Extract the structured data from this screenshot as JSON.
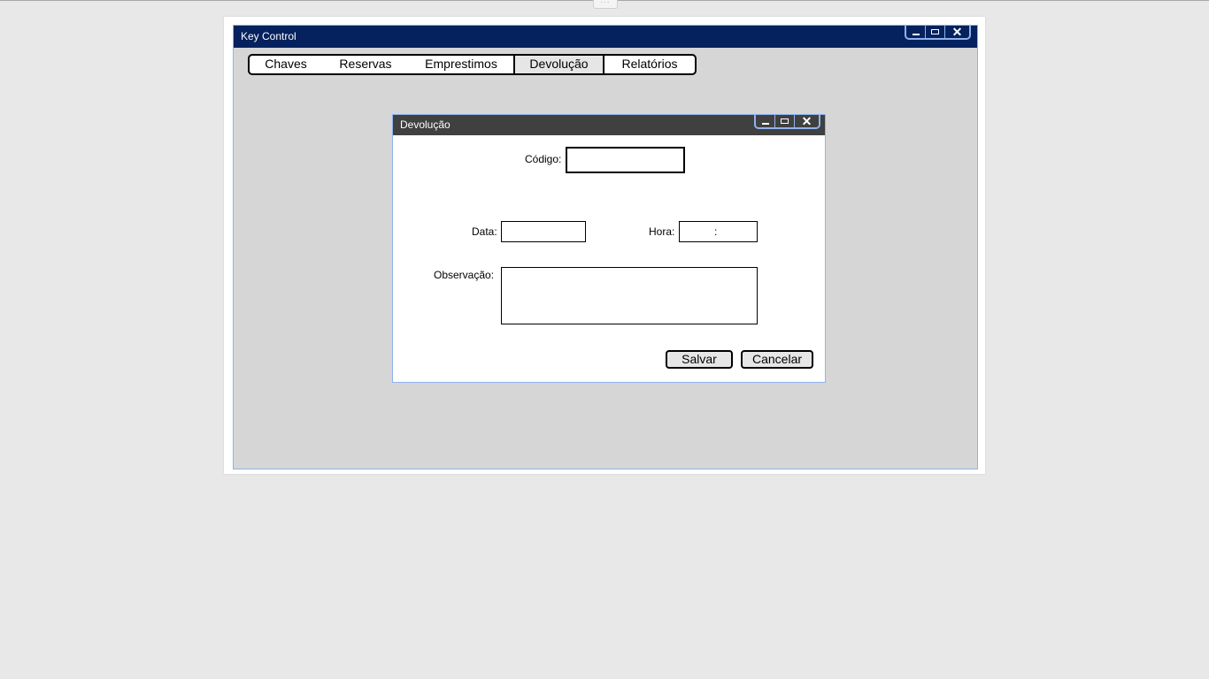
{
  "app": {
    "title": "Key Control"
  },
  "tabs": [
    {
      "label": "Chaves",
      "active": false
    },
    {
      "label": "Reservas",
      "active": false
    },
    {
      "label": "Emprestimos",
      "active": false
    },
    {
      "label": "Devolução",
      "active": true
    },
    {
      "label": "Relatórios",
      "active": false
    }
  ],
  "dialog": {
    "title": "Devolução",
    "fields": {
      "codigo_label": "Código:",
      "codigo_value": "",
      "data_label": "Data:",
      "data_value": "",
      "hora_label": "Hora:",
      "hora_separator": ":",
      "observacao_label": "Observação:",
      "observacao_value": ""
    },
    "buttons": {
      "save": "Salvar",
      "cancel": "Cancelar"
    }
  },
  "icons": {
    "minimize": "minimize-icon",
    "maximize": "maximize-icon",
    "close": "close-icon"
  },
  "colors": {
    "main_titlebar": "#05215e",
    "dialog_titlebar": "#404040",
    "window_border": "#8fb3ec",
    "workspace": "#d6d6d6"
  }
}
